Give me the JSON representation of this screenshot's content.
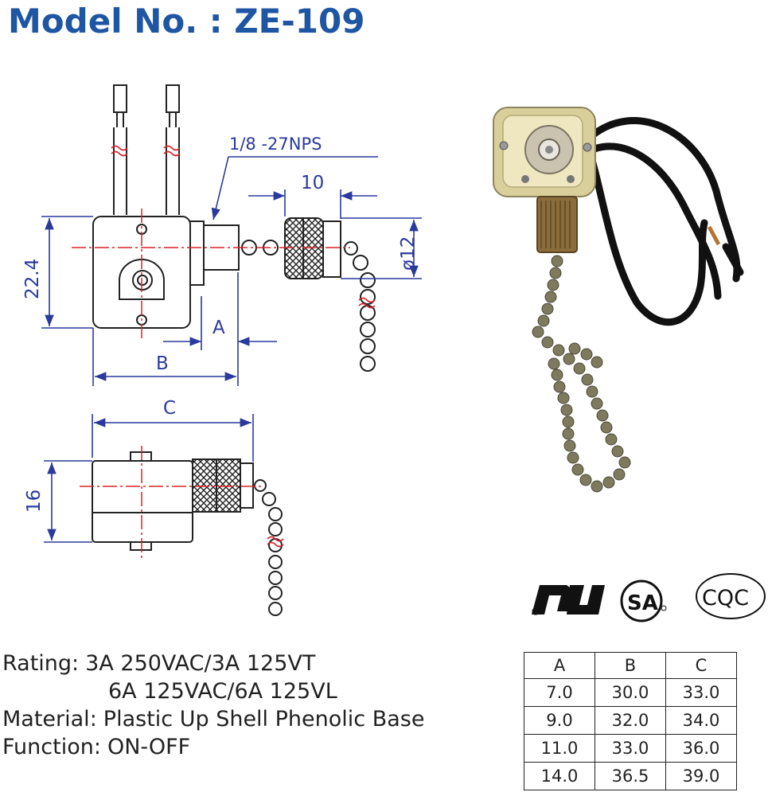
{
  "title": "Model No. : ZE-109",
  "drawing": {
    "thread_label": "1/8 -27NPS",
    "dim_10": "10",
    "dim_22_4": "22.4",
    "dim_phi12": "ø12",
    "dim_a": "A",
    "dim_b": "B",
    "dim_c": "C",
    "dim_16": "16",
    "line_color": "#222222",
    "dim_color": "#2a3a9c",
    "center_color": "#d9232a"
  },
  "certifications": {
    "ur_mark": "UR-mark-icon",
    "csa_mark": "CSA-mark-icon",
    "cqc_label": "CQC"
  },
  "specs": {
    "rating_label": "Rating:",
    "rating_line1": "3A 250VAC/3A 125VT",
    "rating_line2": "6A 125VAC/6A 125VL",
    "material_label": "Material:",
    "material_value": "Plastic Up Shell  Phenolic Base",
    "function_label": "Function:",
    "function_value": "ON-OFF"
  },
  "dimension_table": {
    "headers": [
      "A",
      "B",
      "C"
    ],
    "rows": [
      [
        "7.0",
        "30.0",
        "33.0"
      ],
      [
        "9.0",
        "32.0",
        "34.0"
      ],
      [
        "11.0",
        "33.0",
        "36.0"
      ],
      [
        "14.0",
        "36.5",
        "39.0"
      ]
    ]
  }
}
